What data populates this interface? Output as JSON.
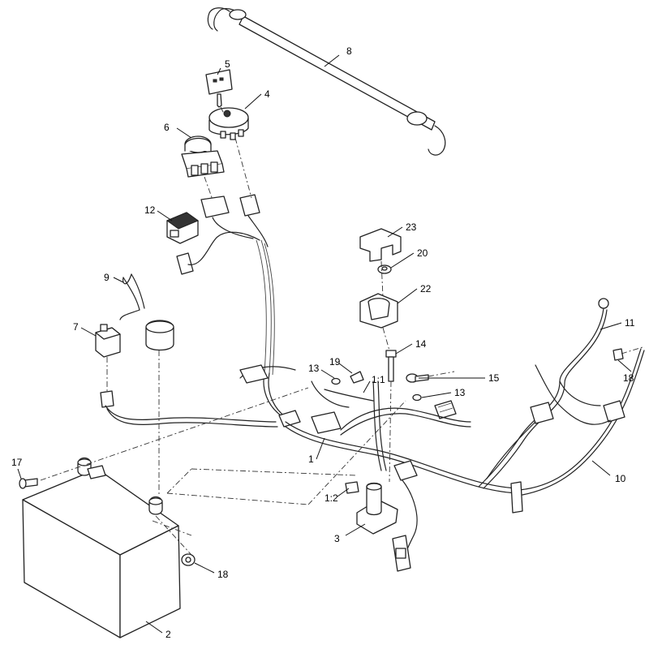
{
  "callouts": [
    {
      "id": "c8",
      "text": "8"
    },
    {
      "id": "c5",
      "text": "5"
    },
    {
      "id": "c4",
      "text": "4"
    },
    {
      "id": "c6",
      "text": "6"
    },
    {
      "id": "c12",
      "text": "12"
    },
    {
      "id": "c23",
      "text": "23"
    },
    {
      "id": "c20",
      "text": "20"
    },
    {
      "id": "c9",
      "text": "9"
    },
    {
      "id": "c22",
      "text": "22"
    },
    {
      "id": "c7",
      "text": "7"
    },
    {
      "id": "c14",
      "text": "14"
    },
    {
      "id": "c11",
      "text": "11"
    },
    {
      "id": "c13a",
      "text": "13"
    },
    {
      "id": "c19",
      "text": "19"
    },
    {
      "id": "c11b",
      "text": "1:1"
    },
    {
      "id": "c15",
      "text": "15"
    },
    {
      "id": "c18a",
      "text": "18"
    },
    {
      "id": "c13b",
      "text": "13"
    },
    {
      "id": "c1",
      "text": "1"
    },
    {
      "id": "c17",
      "text": "17"
    },
    {
      "id": "c10",
      "text": "10"
    },
    {
      "id": "c12b",
      "text": "1:2"
    },
    {
      "id": "c3",
      "text": "3"
    },
    {
      "id": "c18b",
      "text": "18"
    },
    {
      "id": "c2",
      "text": "2"
    }
  ]
}
